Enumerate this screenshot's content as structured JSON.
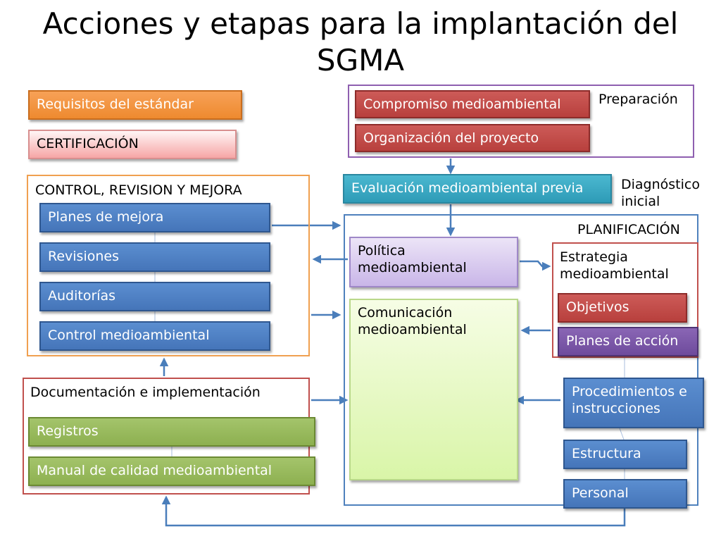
{
  "title": "Acciones y etapas para la implantación del SGMA",
  "legend": {
    "requisitos": "Requisitos del estándar",
    "certificacion": "CERTIFICACIÓN"
  },
  "preparacion": {
    "label": "Preparación",
    "items": [
      "Compromiso medioambiental",
      "Organización del proyecto"
    ]
  },
  "diagnostico": {
    "label": "Diagnóstico inicial",
    "box": "Evaluación medioambiental previa"
  },
  "control": {
    "label": "CONTROL, REVISION Y MEJORA",
    "items": [
      "Planes de mejora",
      "Revisiones",
      "Auditorías",
      "Control medioambiental"
    ]
  },
  "planificacion": {
    "label": "PLANIFICACIÓN",
    "politica": "Política medioambiental",
    "comunicacion": "Comunicación medioambiental",
    "estrategia": {
      "label": "Estrategia medioambiental",
      "items": [
        "Objetivos",
        "Planes de acción"
      ]
    },
    "procedimientos": "Procedimientos e instrucciones",
    "estructura": "Estructura",
    "personal": "Personal"
  },
  "documentacion": {
    "label": "Documentación e implementación",
    "items": [
      "Registros",
      "Manual de calidad medioambiental"
    ]
  },
  "colors": {
    "orange": "#ee8a2f",
    "red": "#b8403d",
    "blue": "#4575b9",
    "teal": "#2e9bb7",
    "purple": "#6e4b9c",
    "green": "#8db050",
    "arrow": "#4a7ebb",
    "frame_purple": "#8e5fb0",
    "frame_orange": "#f0a050",
    "frame_red": "#c0504d",
    "frame_blue": "#4f81bd"
  }
}
